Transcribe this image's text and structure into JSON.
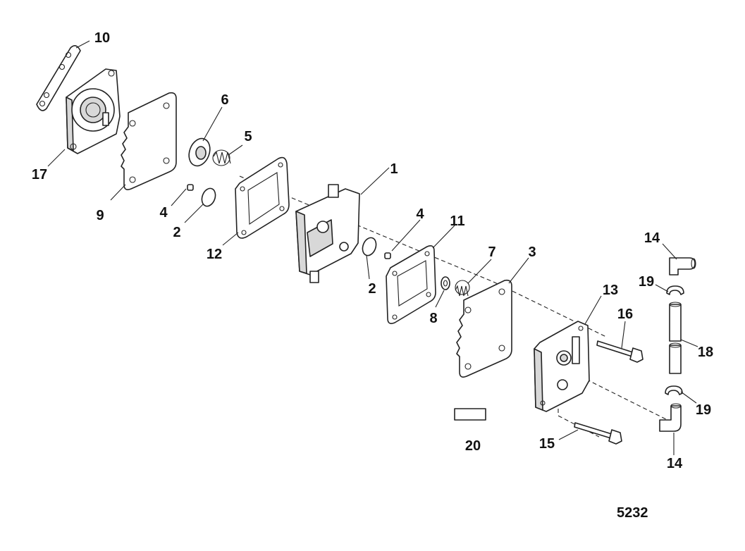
{
  "figure_number": "5232",
  "callouts": {
    "c1": "1",
    "c2a": "2",
    "c2b": "2",
    "c3": "3",
    "c4a": "4",
    "c4b": "4",
    "c5": "5",
    "c6": "6",
    "c7": "7",
    "c8": "8",
    "c9": "9",
    "c10": "10",
    "c11": "11",
    "c12": "12",
    "c13": "13",
    "c14a": "14",
    "c14b": "14",
    "c15": "15",
    "c16": "16",
    "c17": "17",
    "c18": "18",
    "c19a": "19",
    "c19b": "19",
    "c20": "20"
  }
}
